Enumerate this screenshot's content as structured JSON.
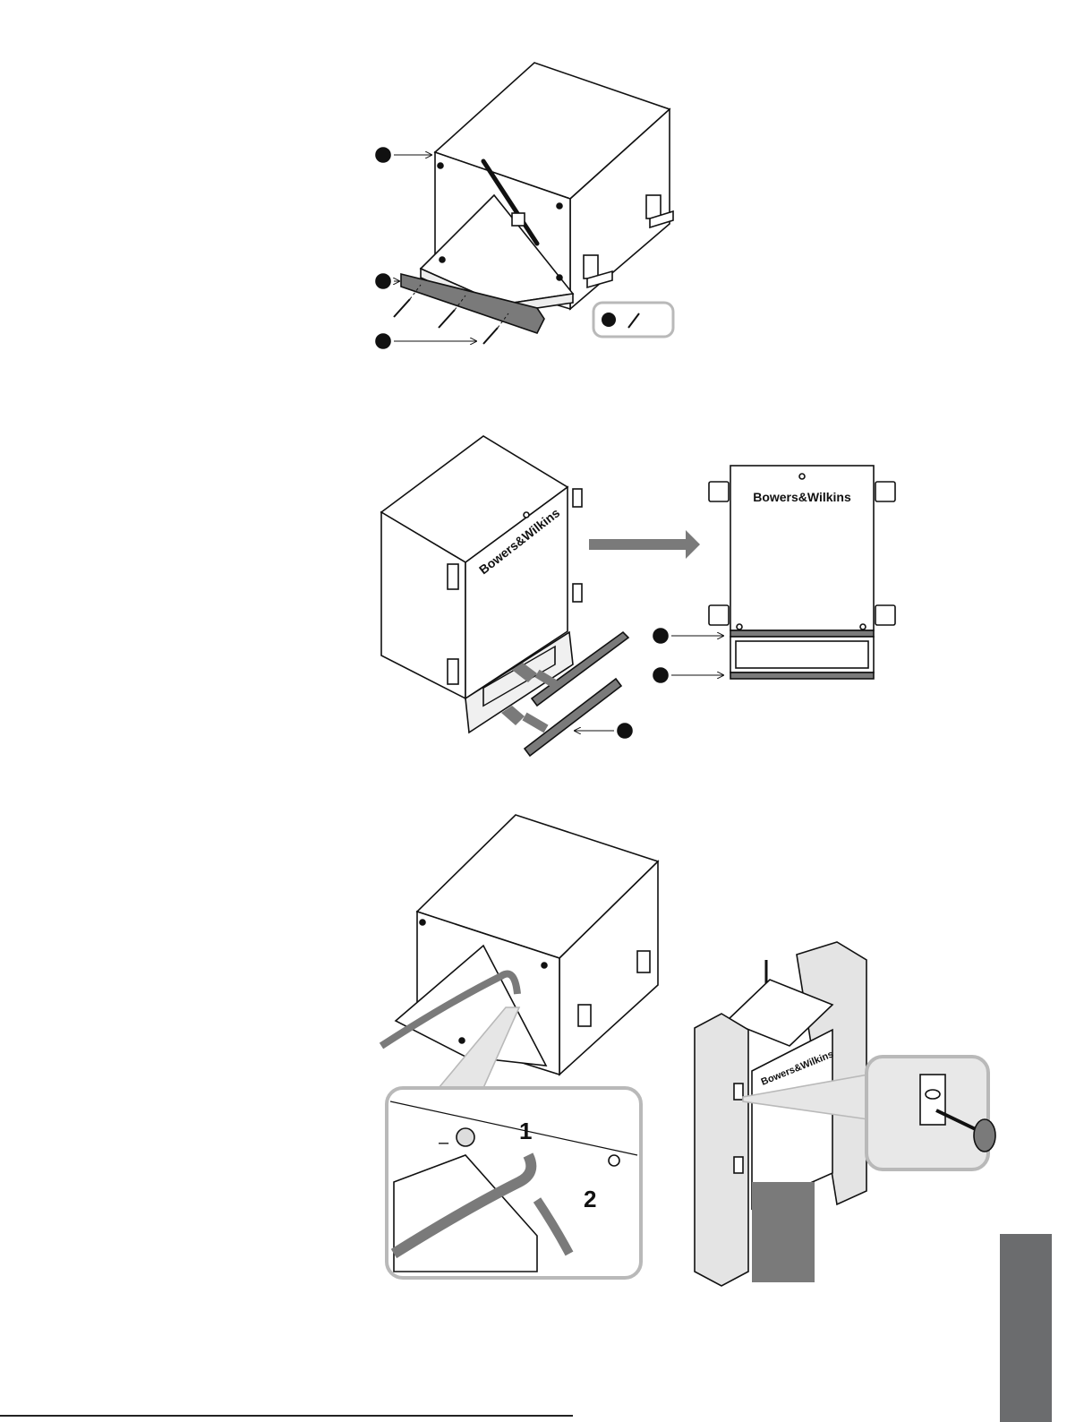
{
  "figures": {
    "figure_1": {
      "box_labels": []
    },
    "figure_2": {
      "brand_text": "Bowers&Wilkins"
    },
    "figure_3": {
      "step_1": "1",
      "step_2": "2",
      "terminal_polarity": "–",
      "brand_text": "Bowers&Wilkins"
    }
  },
  "colors": {
    "ink": "#111111",
    "part_grey": "#7a7a7a",
    "callout_grey": "#b9b9b9",
    "tab_grey": "#6b6c6e"
  }
}
